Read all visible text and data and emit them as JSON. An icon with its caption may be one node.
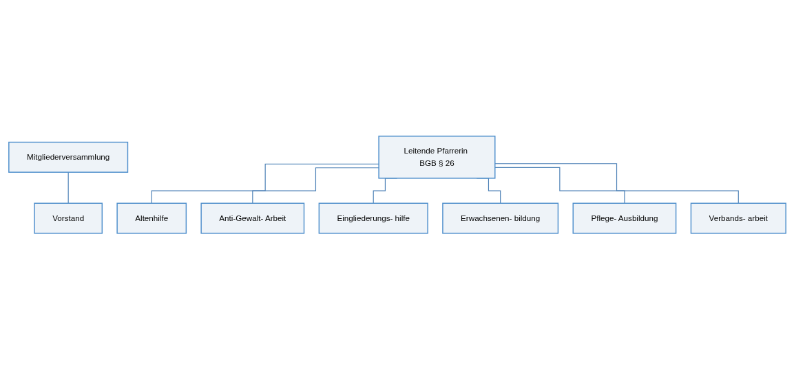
{
  "diagram": {
    "nodes": [
      {
        "text": [
          "Mitgliederversammlung"
        ]
      },
      {
        "text": [
          "Vorstand"
        ]
      },
      {
        "text": [
          "Leitende Pfarrerin BGB § 26"
        ]
      },
      {
        "text": [
          "Altenhilfe"
        ]
      },
      {
        "text": [
          "Anti-Gewalt- Arbeit"
        ]
      },
      {
        "text": [
          "Eingliederungs- hilfe"
        ]
      },
      {
        "text": [
          "Erwachsenen- bildung"
        ]
      },
      {
        "text": [
          "Pflege- Ausbildung"
        ]
      },
      {
        "text": [
          "Verbands- arbeit"
        ]
      }
    ],
    "edges": [
      {
        "from": 0,
        "to": 1,
        "arrow": "none"
      },
      {
        "from": 2,
        "to": 3,
        "arrow": "none"
      },
      {
        "from": 2,
        "to": 4,
        "arrow": "none"
      },
      {
        "from": 2,
        "to": 5,
        "arrow": "none"
      },
      {
        "from": 2,
        "to": 6,
        "arrow": "none"
      },
      {
        "from": 2,
        "to": 7,
        "arrow": "none"
      },
      {
        "from": 2,
        "to": 8,
        "arrow": "none"
      }
    ]
  }
}
